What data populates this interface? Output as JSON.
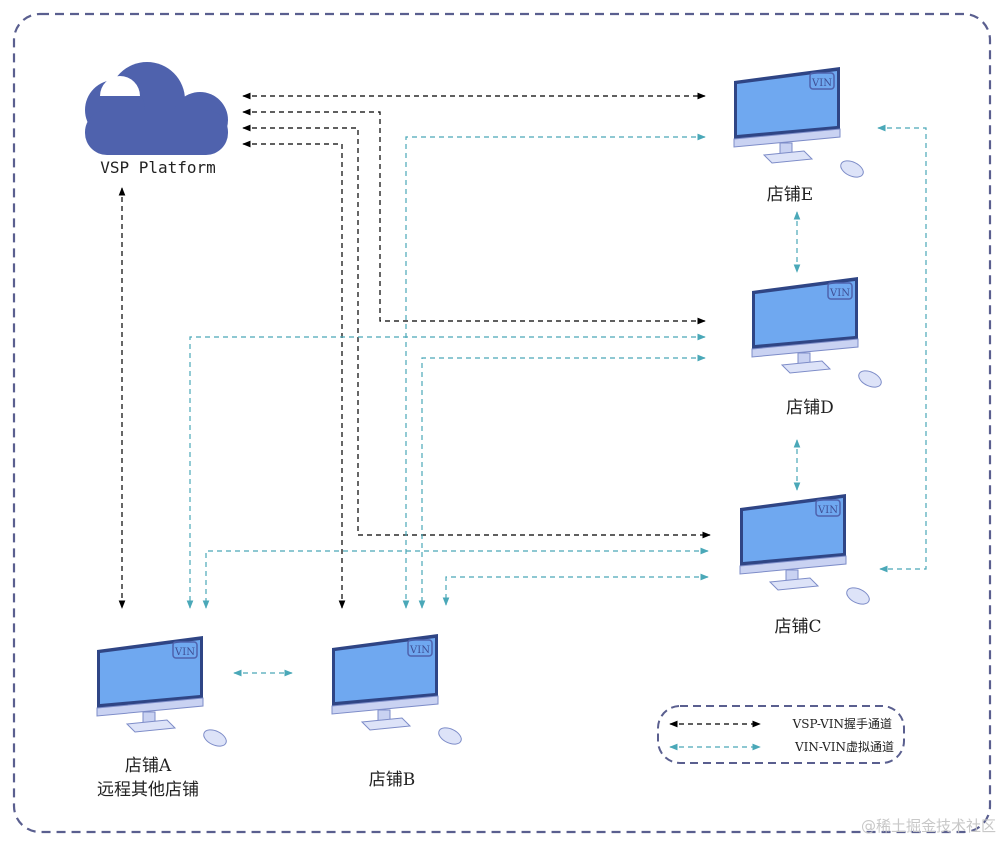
{
  "platform": {
    "label": "VSP Platform",
    "icon": "cloud-icon",
    "color": "#4f62ad"
  },
  "stores": {
    "a": {
      "label": "店铺A",
      "sublabel": "远程其他店铺",
      "badge": "VIN"
    },
    "b": {
      "label": "店铺B",
      "badge": "VIN"
    },
    "c": {
      "label": "店铺C",
      "badge": "VIN"
    },
    "d": {
      "label": "店铺D",
      "badge": "VIN"
    },
    "e": {
      "label": "店铺E",
      "badge": "VIN"
    }
  },
  "legend": {
    "handshake": "VSP-VIN握手通道",
    "virtual": "VIN-VIN虚拟通道"
  },
  "colors": {
    "handshake": "#000000",
    "virtual": "#4aa8b8",
    "border": "#5a5f8f",
    "screen": "#6fa8f0"
  },
  "watermark": "@稀土掘金技术社区"
}
